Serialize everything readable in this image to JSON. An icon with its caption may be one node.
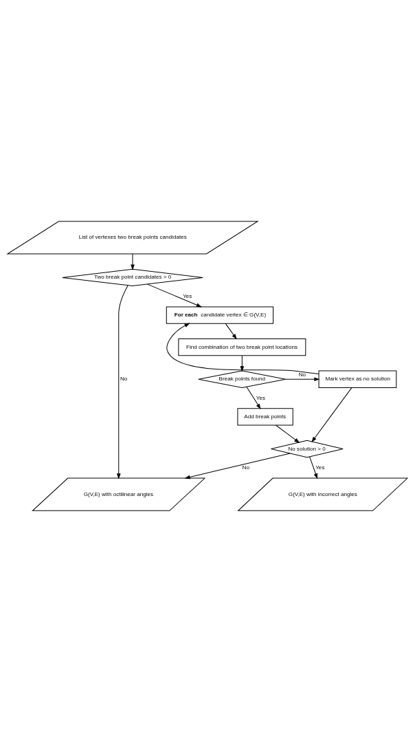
{
  "diagram": {
    "nodes": [
      {
        "text": [
          "List of vertexes two break points candidates"
        ]
      },
      {
        "text": [
          "Two break point candidates > 0"
        ]
      },
      {
        "text": [
          "**For each** candidate vertex ∈ G(V,E)"
        ]
      },
      {
        "text": [
          "Find combination of two break point locations"
        ]
      },
      {
        "text": [
          "Break points found"
        ]
      },
      {
        "text": [
          "Mark vertex as no solution"
        ]
      },
      {
        "text": [
          "Add break points"
        ]
      },
      {
        "text": [
          "No solution > 0"
        ]
      },
      {
        "text": [
          "G(V,E) with octilinear angles"
        ]
      },
      {
        "text": [
          "G(V,E) with incorrect angles"
        ]
      }
    ],
    "edges": [
      {
        "from": 0,
        "to": 1,
        "arrow": "to"
      },
      {
        "from": 1,
        "to": 2,
        "arrow": "to",
        "label": "Yes"
      },
      {
        "from": 1,
        "to": 8,
        "arrow": "to",
        "label": "No"
      },
      {
        "from": 2,
        "to": 3,
        "arrow": "to"
      },
      {
        "from": 3,
        "to": 4,
        "arrow": "to"
      },
      {
        "from": 4,
        "to": 5,
        "arrow": "to",
        "label": "No"
      },
      {
        "from": 4,
        "to": 6,
        "arrow": "to",
        "label": "Yes"
      },
      {
        "from": 5,
        "to": 2,
        "arrow": "to"
      },
      {
        "from": 6,
        "to": 7,
        "arrow": "to"
      },
      {
        "from": 5,
        "to": 7,
        "arrow": "to"
      },
      {
        "from": 7,
        "to": 8,
        "arrow": "to",
        "label": "No"
      },
      {
        "from": 7,
        "to": 9,
        "arrow": "to",
        "label": "Yes"
      }
    ]
  }
}
